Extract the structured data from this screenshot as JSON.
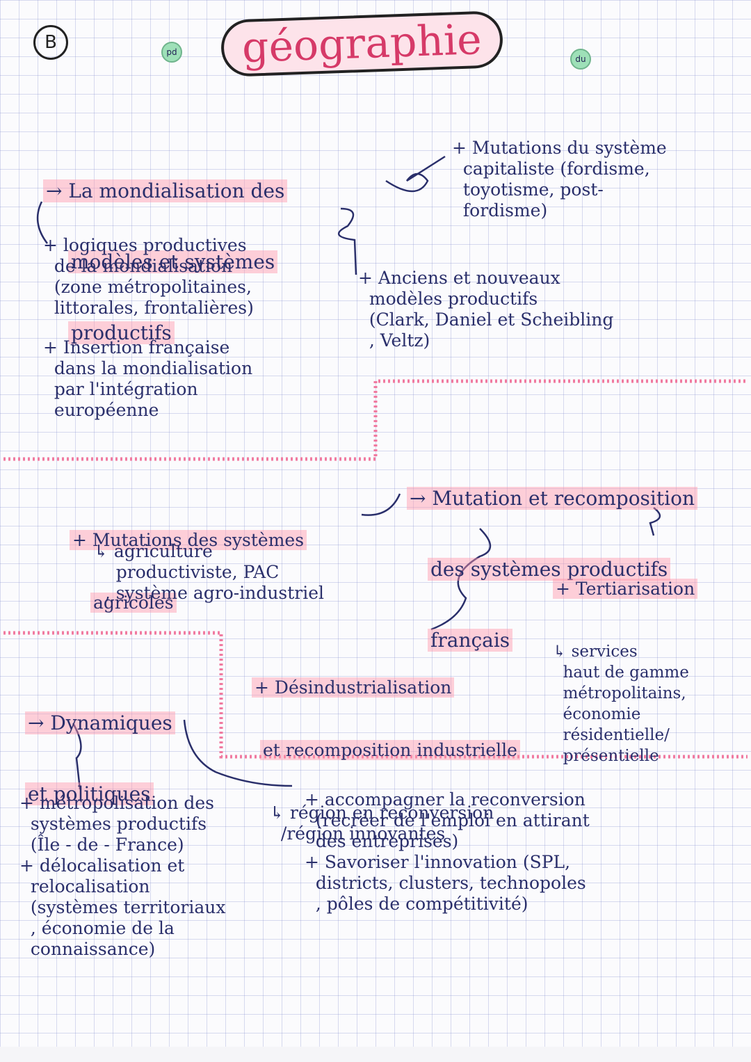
{
  "header": {
    "badge": "B",
    "title": "géographie",
    "sticker_left": "pd",
    "sticker_right": "du"
  },
  "blocks": {
    "mondialisation": {
      "title_lines": [
        "→ La mondialisation des",
        "modèles et systèmes",
        "productifs"
      ],
      "items": [
        "+ logiques productives\n  de la mondialisation\n  (zone métropolitaines,\n  littorales, frontalières)",
        "+ Insertion française\n  dans la mondialisation\n  par l'intégration\n  européenne"
      ]
    },
    "mutations_capitalisme": {
      "text": "+ Mutations du système\n  capitaliste (fordisme,\n  toyotisme, post-\n  fordisme)"
    },
    "modeles_productifs": {
      "text": "+ Anciens et nouveaux\n  modèles productifs\n  (Clark, Daniel et Scheibling\n  , Veltz)"
    },
    "mutation_recomposition": {
      "title_lines": [
        "→ Mutation et recomposition",
        "des systèmes productifs",
        "français"
      ]
    },
    "systemes_agricoles": {
      "title_lines": [
        "+ Mutations des systèmes",
        "agricoles"
      ],
      "detail": "↳ agriculture\n    productiviste, PAC\n  , système agro-industriel"
    },
    "tertiarisation": {
      "title": "+ Tertiarisation",
      "detail": "↳ services\n  haut de gamme\n  métropolitains,\n  économie\n  résidentielle/\n  présentielle"
    },
    "desindustrialisation": {
      "title": "+ Désindustrialisation",
      "line2": "et recomposition industrielle",
      "detail": "↳ région en reconversion\n  /région innovantes"
    },
    "dynamiques": {
      "title_lines": [
        "→ Dynamiques",
        "et politiques"
      ]
    },
    "metropolisation": {
      "text": "+ métropolisation des\n  systèmes productifs\n  (Île - de - France)\n+ délocalisation et\n  relocalisation\n  (systèmes territoriaux\n  , économie de la\n  connaissance)"
    },
    "accompagner": {
      "text": "+ accompagner la reconversion\n  (recréer de l'emploi en attirant\n  des entreprises)\n+ Savoriser l'innovation (SPL,\n  districts, clusters, technopoles\n  , pôles de compétitivité)"
    }
  },
  "colors": {
    "ink": "#2a2f6b",
    "highlight": "#ff96aa",
    "title_pink": "#d63a68",
    "separator": "#f07aa0"
  }
}
